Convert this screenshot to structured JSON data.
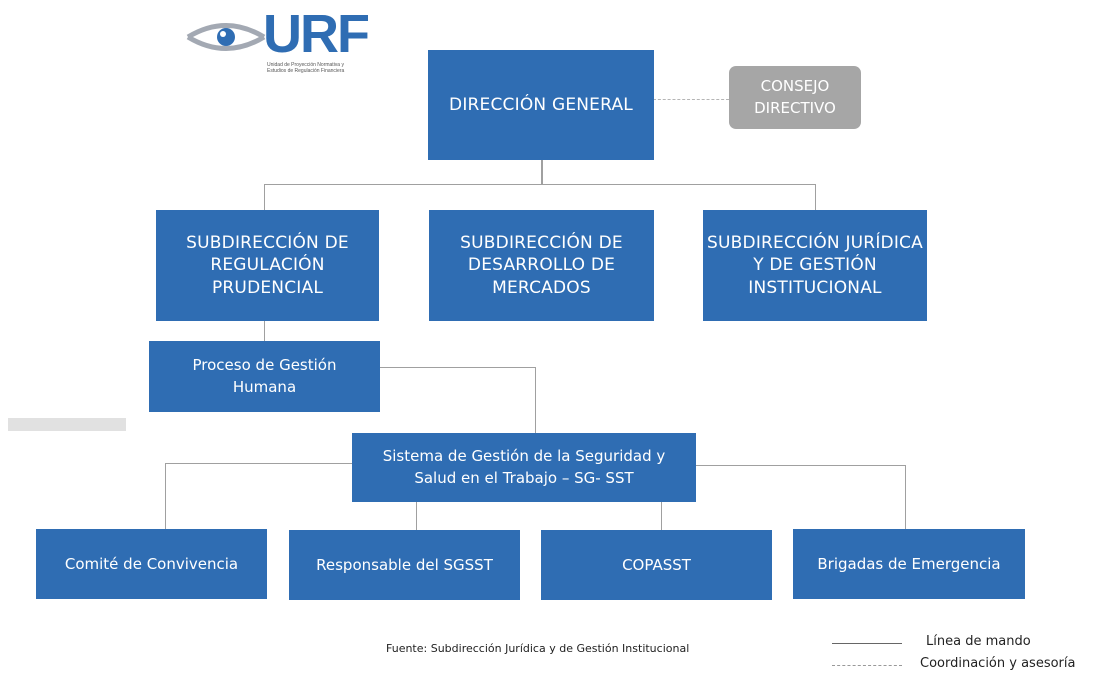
{
  "logo": {
    "letters": "URF",
    "tagline_line1": "Unidad de Proyección Normativa y",
    "tagline_line2": "Estudios de Regulación Financiera",
    "color": "#2f6db3"
  },
  "nodes": {
    "direccion_general": "DIRECCIÓN GENERAL",
    "consejo_directivo": "CONSEJO\nDIRECTIVO",
    "sub_regulacion": "SUBDIRECCIÓN DE\nREGULACIÓN\nPRUDENCIAL",
    "sub_desarrollo": "SUBDIRECCIÓN DE\nDESARROLLO DE\nMERCADOS",
    "sub_juridica": "SUBDIRECCIÓN JURÍDICA\nY DE GESTIÓN\nINSTITUCIONAL",
    "gestion_humana": "Proceso de Gestión\nHumana",
    "sg_sst": "Sistema de Gestión de la Seguridad y\nSalud en el Trabajo – SG- SST",
    "comite": "Comité de Convivencia",
    "responsable": "Responsable del SGSST",
    "copasst": "COPASST",
    "brigadas": "Brigadas de Emergencia"
  },
  "footer": {
    "source": "Fuente: Subdirección Jurídica y de Gestión Institucional"
  },
  "legend": {
    "solid_label": "Línea de mando",
    "dashed_label": "Coordinación y asesoría"
  },
  "colors": {
    "box": "#2f6db3",
    "advisory_box": "#a6a6a6",
    "connector": "#a0a0a0"
  }
}
